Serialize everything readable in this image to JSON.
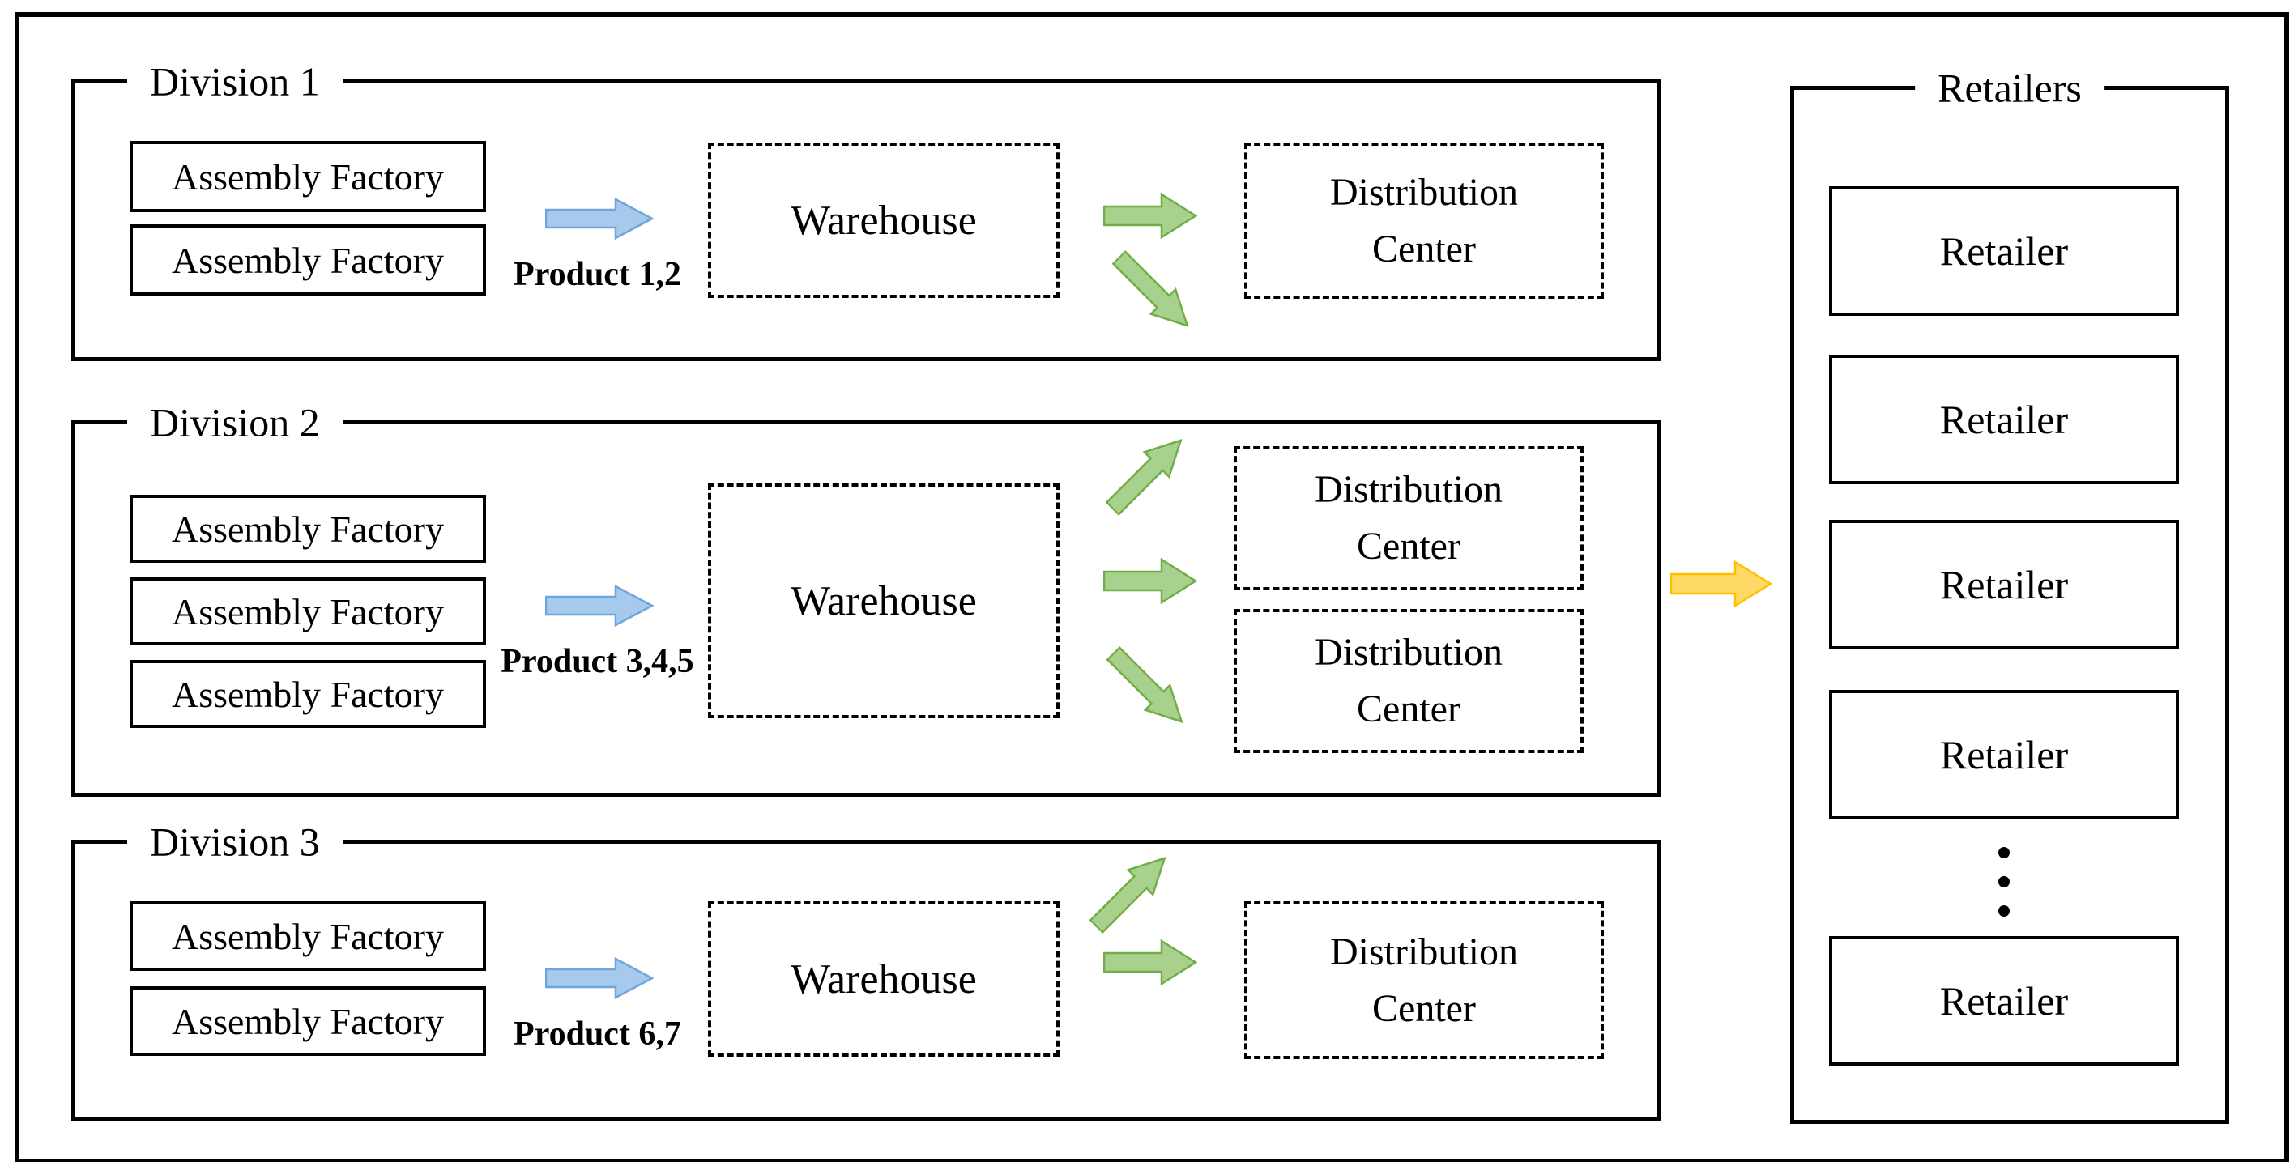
{
  "diagram": {
    "divisions": [
      {
        "title": "Division 1",
        "factories": [
          "Assembly Factory",
          "Assembly Factory"
        ],
        "product_label": "Product 1,2",
        "warehouse_label": "Warehouse",
        "distribution_centers": [
          "Distribution Center"
        ]
      },
      {
        "title": "Division 2",
        "factories": [
          "Assembly Factory",
          "Assembly Factory",
          "Assembly Factory"
        ],
        "product_label": "Product 3,4,5",
        "warehouse_label": "Warehouse",
        "distribution_centers": [
          "Distribution Center",
          "Distribution Center"
        ]
      },
      {
        "title": "Division 3",
        "factories": [
          "Assembly Factory",
          "Assembly Factory"
        ],
        "product_label": "Product 6,7",
        "warehouse_label": "Warehouse",
        "distribution_centers": [
          "Distribution Center"
        ]
      }
    ],
    "retailers": {
      "title": "Retailers",
      "items": [
        "Retailer",
        "Retailer",
        "Retailer",
        "Retailer",
        "Retailer"
      ]
    },
    "colors": {
      "product_arrow_fill": "#A6C9EC",
      "product_arrow_stroke": "#6FA4DC",
      "distribution_arrow_fill": "#A9D18E",
      "distribution_arrow_stroke": "#70AD47",
      "retailer_arrow_fill": "#FFD966",
      "retailer_arrow_stroke": "#FFC000",
      "line_color": "#000000"
    }
  }
}
